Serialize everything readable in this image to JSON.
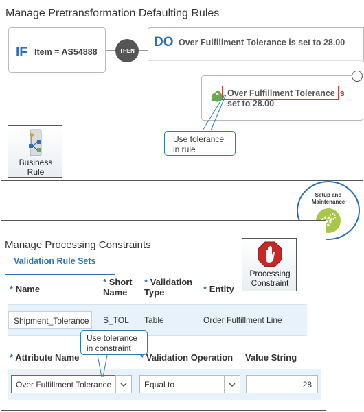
{
  "rules_panel": {
    "title": "Manage Pretransformation Defaulting Rules",
    "if_keyword": "IF",
    "condition": "Item = AS54888",
    "then_label": "THEN",
    "do_keyword": "DO",
    "do_text": "Over Fulfillment Tolerance is set to 28.00",
    "action_line1": "Over Fulfillment Tolerance is",
    "action_line2": "set to 28.00",
    "callout_line1": "Use tolerance",
    "callout_line2": "in rule",
    "business_rule_line1": "Business",
    "business_rule_line2": "Rule"
  },
  "setup": {
    "line1": "Setup and",
    "line2": "Maintenance"
  },
  "constraints_panel": {
    "title": "Manage Processing Constraints",
    "tab_label": "Validation Rule Sets",
    "processing_constraint_line1": "Processing",
    "processing_constraint_line2": "Constraint",
    "headers": {
      "name": "Name",
      "short_name_1": "Short",
      "short_name_2": "Name",
      "validation_type_1": "Validation",
      "validation_type_2": "Type",
      "entity": "Entity"
    },
    "row": {
      "name": "Shipment_Tolerance",
      "short_name": "S_TOL",
      "validation_type": "Table",
      "entity": "Order Fulfillment Line"
    },
    "attr_header": "Attribute Name",
    "vop_header": "Validation Operation",
    "vstr_header": "Value String",
    "attr_value": "Over Fulfillment Tolerance",
    "vop_value": "Equal to",
    "vstr_value": "28",
    "callout_line1": "Use tolerance",
    "callout_line2": "in constraint",
    "required_mark": "*"
  },
  "colors": {
    "accent_blue": "#2e6fb6",
    "highlight_red": "#d43c3c",
    "tag_green": "#6aa84f",
    "gear_green": "#a7c64a",
    "stop_red": "#c62828"
  }
}
